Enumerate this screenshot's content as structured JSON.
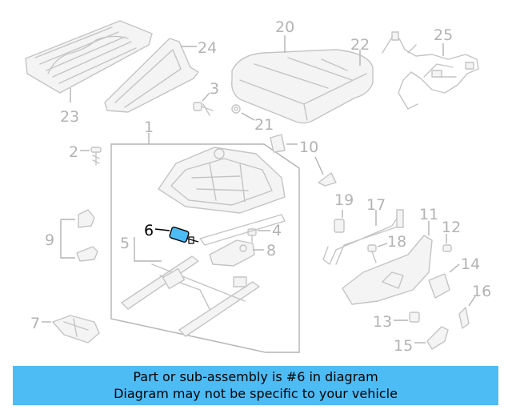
{
  "diagram": {
    "callouts": {
      "c1": "1",
      "c2": "2",
      "c3": "3",
      "c4": "4",
      "c5": "5",
      "c6": "6",
      "c7": "7",
      "c8": "8",
      "c9": "9",
      "c10": "10",
      "c11": "11",
      "c12": "12",
      "c13": "13",
      "c14": "14",
      "c15": "15",
      "c16": "16",
      "c17": "17",
      "c18": "18",
      "c19": "19",
      "c20": "20",
      "c21": "21",
      "c22": "22",
      "c23": "23",
      "c24": "24",
      "c25": "25"
    },
    "highlighted_part": "6",
    "colors": {
      "highlight": "#4dbcf5",
      "line": "#c4c4c4",
      "text": "#b3b3b3"
    }
  },
  "footer": {
    "line1": "Part or sub-assembly is #6 in diagram",
    "line2": "Diagram may not be specific to your vehicle",
    "background": "#4dbcf5"
  }
}
